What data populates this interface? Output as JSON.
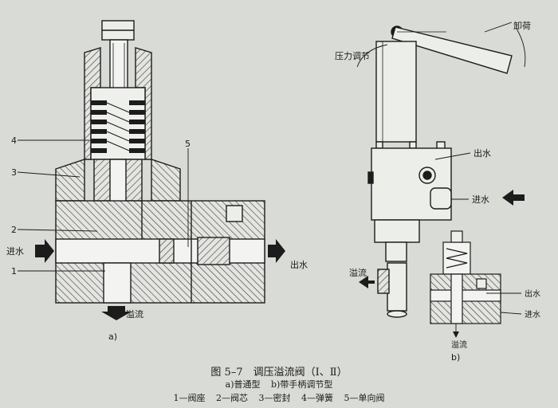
{
  "labels": {
    "a_inlet": "进水",
    "a_outlet": "出水",
    "a_overflow": "溢流",
    "a_tag": "a)",
    "b_unload": "卸荷",
    "b_pressure": "压力调节",
    "b_outlet": "出水",
    "b_inlet": "进水",
    "b_overflow": "溢流",
    "c_outlet": "出水",
    "c_inlet": "进水",
    "c_overflow": "溢流",
    "b_tag": "b)",
    "n1": "1",
    "n2": "2",
    "n3": "3",
    "n4": "4",
    "n5": "5"
  },
  "caption": {
    "title": "图 5–7　调压溢流阀（Ⅰ、Ⅱ）",
    "sub_a": "a)普通型",
    "sub_b": "b)带手柄调节型",
    "legend": [
      "1—阀座",
      "2—阀芯",
      "3—密封",
      "4—弹簧",
      "5—单向阀"
    ]
  },
  "colors": {
    "background": "#d9dbd6",
    "line": "#1c1c1c",
    "hatch": "#3a3a3a"
  }
}
